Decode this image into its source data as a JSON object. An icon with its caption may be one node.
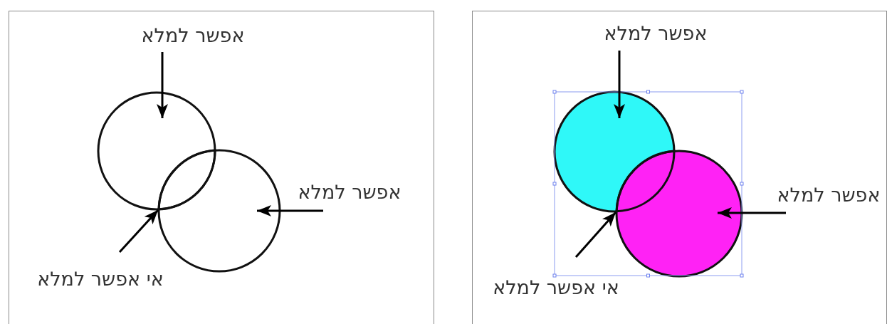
{
  "diagram": {
    "nodes": [
      {
        "text": [],
        "shape": "box"
      },
      {
        "text": [
          "אפשר למלא"
        ],
        "in": 0
      },
      {
        "text": [],
        "shape": "circle",
        "in": 0
      },
      {
        "text": [],
        "shape": "circle",
        "in": 0
      },
      {
        "text": [
          "אפשר למלא"
        ],
        "in": 0
      },
      {
        "text": [
          "אי אפשר למלא"
        ],
        "in": 0
      },
      {
        "text": [],
        "shape": "box"
      },
      {
        "text": [
          "אפשר למלא"
        ],
        "in": 6
      },
      {
        "text": [],
        "shape": "circle",
        "in": 6
      },
      {
        "text": [],
        "shape": "circle",
        "in": 6
      },
      {
        "text": [
          "אפשר למלא"
        ],
        "in": 6
      },
      {
        "text": [
          "אי אפשר למלא"
        ],
        "in": 6
      },
      {
        "text": [],
        "shape": "lens"
      },
      {
        "text": [],
        "shape": "lens"
      }
    ],
    "edges": [
      {
        "from": 1,
        "to": 2,
        "arrow": "to"
      },
      {
        "from": 4,
        "to": 3,
        "arrow": "to"
      },
      {
        "from": 5,
        "to": 12,
        "arrow": "to"
      },
      {
        "from": 7,
        "to": 8,
        "arrow": "to"
      },
      {
        "from": 10,
        "to": 9,
        "arrow": "to"
      },
      {
        "from": 11,
        "to": 13,
        "arrow": "to"
      }
    ]
  }
}
